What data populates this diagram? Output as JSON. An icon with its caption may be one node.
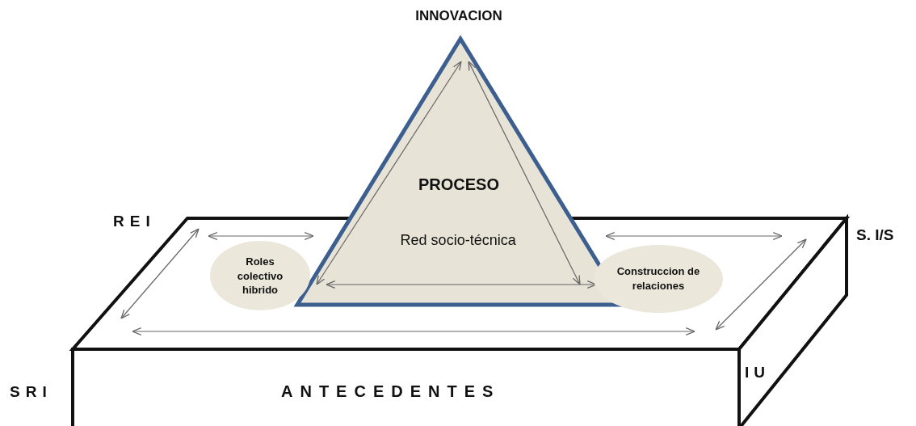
{
  "diagram": {
    "nodes": [
      {
        "text": [
          "ANTECEDENTES"
        ]
      },
      {
        "text": [
          "PROCESO",
          "Red socio-técnica"
        ]
      },
      {
        "text": [
          "Roles colectivo hibrido"
        ],
        "in": 0
      },
      {
        "text": [
          "Construccion de relaciones"
        ],
        "in": 0
      }
    ],
    "labels": [
      "INNOVACION",
      "REI",
      "S. I/S",
      "SRI",
      "IU"
    ]
  }
}
